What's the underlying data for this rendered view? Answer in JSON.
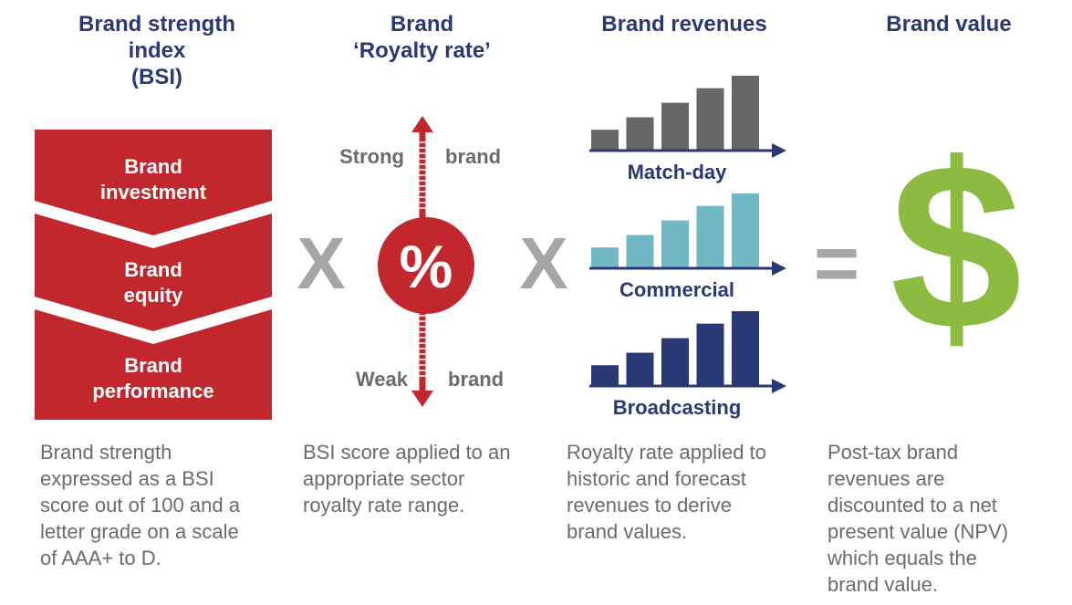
{
  "colors": {
    "navy": "#2a3875",
    "red": "#c1272d",
    "grey_bars": "#666666",
    "teal_bars": "#6fb8c4",
    "navy_bars": "#2a3875",
    "green": "#8dbb41",
    "operator_grey": "#a6a6a6",
    "text_grey": "#6b6b6b"
  },
  "headers": {
    "bsi": [
      "Brand strength",
      "index",
      "(BSI)"
    ],
    "royalty": [
      "Brand",
      "‘Royalty rate’"
    ],
    "revenues": [
      "Brand revenues"
    ],
    "value": [
      "Brand value"
    ]
  },
  "bsi_stack": {
    "labels": [
      [
        "Brand",
        "investment"
      ],
      [
        "Brand",
        "equity"
      ],
      [
        "Brand",
        "performance"
      ]
    ]
  },
  "royalty": {
    "top_left": "Strong",
    "top_right": "brand",
    "bottom_left": "Weak",
    "bottom_right": "brand",
    "symbol": "%"
  },
  "operators": {
    "multiply_1": "X",
    "multiply_2": "X",
    "equals": "="
  },
  "value_symbol": "$",
  "chart_data": [
    {
      "type": "bar",
      "name": "Match-day",
      "values": [
        1,
        1.6,
        2.3,
        3.0,
        3.6
      ],
      "color": "#666666"
    },
    {
      "type": "bar",
      "name": "Commercial",
      "values": [
        1,
        1.6,
        2.3,
        3.0,
        3.6
      ],
      "color": "#6fb8c4"
    },
    {
      "type": "bar",
      "name": "Broadcasting",
      "values": [
        1,
        1.6,
        2.3,
        3.0,
        3.6
      ],
      "color": "#2a3875"
    }
  ],
  "descriptions": {
    "bsi": [
      "Brand strength",
      "expressed as a BSI",
      "score out of 100 and a",
      "letter grade on a scale",
      "of AAA+ to D."
    ],
    "royalty": [
      "BSI score applied to an",
      "appropriate sector",
      "royalty rate range."
    ],
    "revenues": [
      "Royalty rate applied to",
      "historic and forecast",
      "revenues to derive",
      "brand values."
    ],
    "value": [
      "Post-tax brand",
      "revenues are",
      "discounted to a net",
      "present value (NPV)",
      "which equals the",
      "brand value."
    ]
  }
}
